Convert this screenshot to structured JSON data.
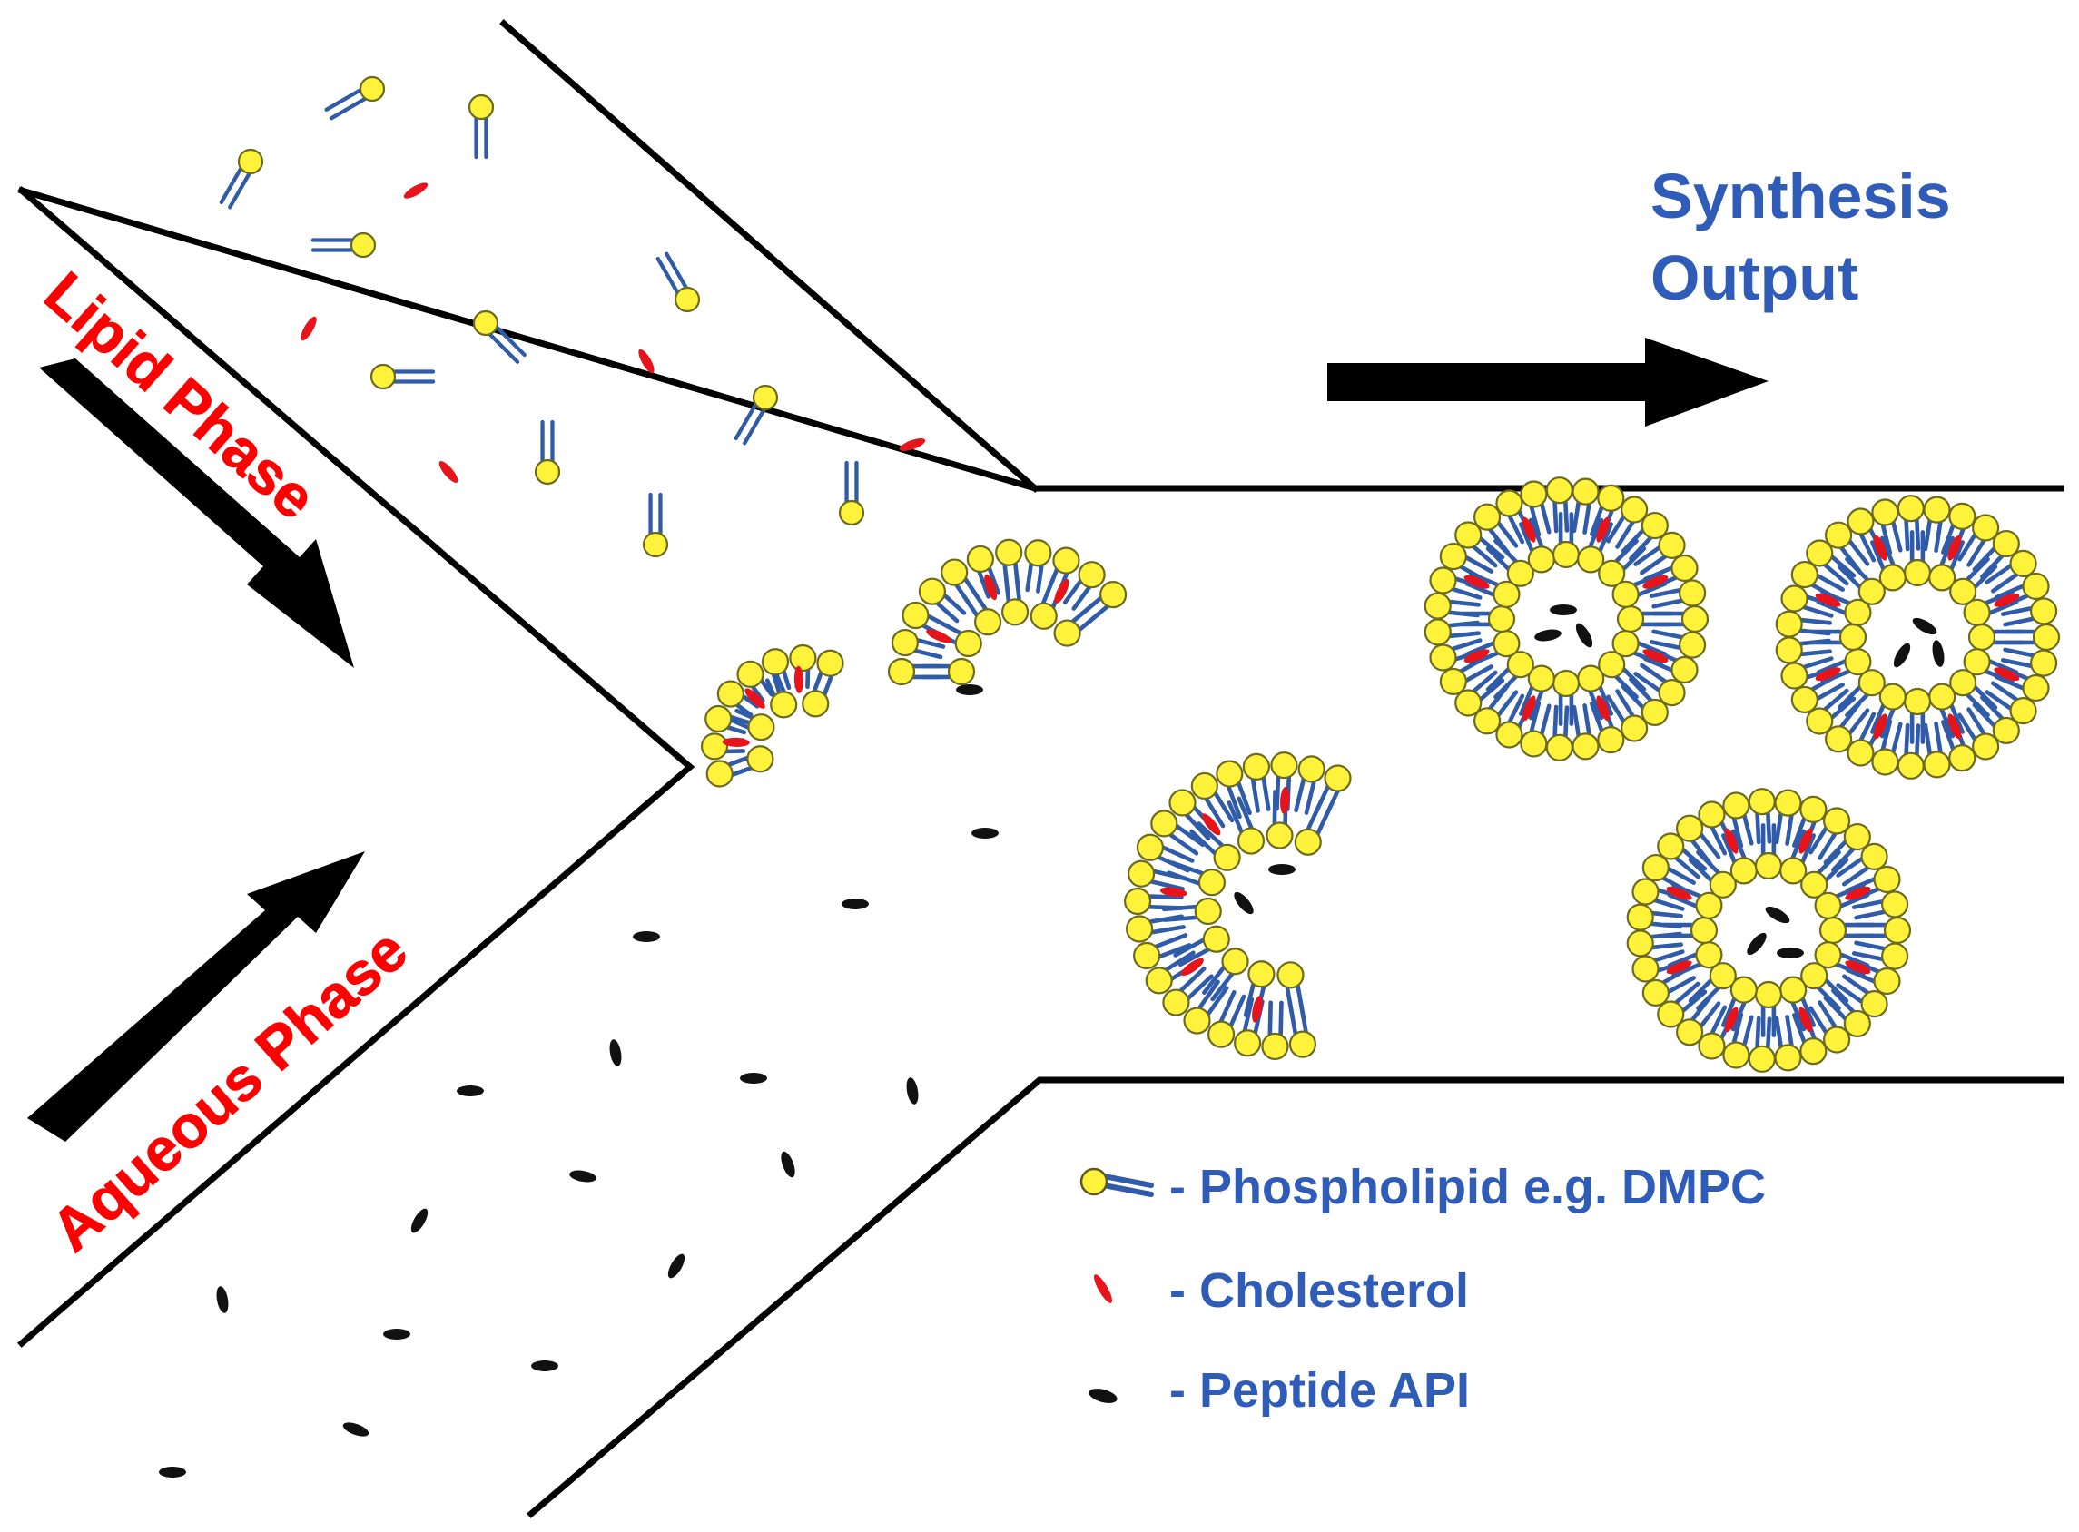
{
  "labels": {
    "lipid_phase": "Lipid Phase",
    "aqueous_phase": "Aqueous Phase",
    "output_line1": "Synthesis",
    "output_line2": "Output"
  },
  "legend": {
    "phospholipid": "- Phospholipid e.g. DMPC",
    "cholesterol": "- Cholesterol",
    "peptide": "- Peptide API"
  },
  "colors": {
    "lipid_label": "#ff0000",
    "aqueous_label": "#ff0000",
    "output_label": "#2e5cb8",
    "legend_text": "#2e5cb8",
    "head": "#fff23a",
    "head_stroke": "#6b6a20",
    "tail": "#2f5ba8",
    "cholesterol": "#e8141c",
    "peptide": "#111111",
    "channel": "#000000",
    "arrow": "#000000"
  },
  "icons": {
    "phospholipid": "phospholipid-icon",
    "cholesterol": "cholesterol-icon",
    "peptide": "peptide-icon"
  }
}
